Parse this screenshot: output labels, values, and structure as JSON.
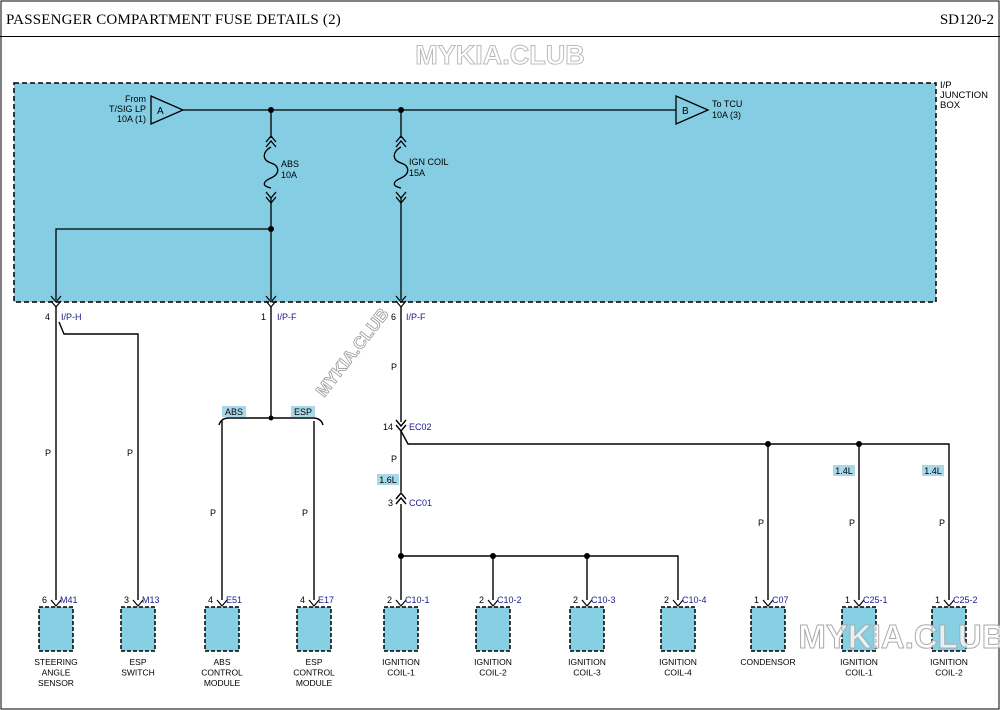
{
  "header": {
    "title": "PASSENGER COMPARTMENT FUSE DETAILS (2)",
    "code": "SD120-2"
  },
  "watermarks": [
    "MYKIA.CLUB",
    "MYKIA.CLUB",
    "MYKIA.CLUB"
  ],
  "colors": {
    "junction_fill": "#84cde2",
    "connector_fill": "#87cfe3",
    "tag_fill": "#a9d8ea",
    "pin_label": "#1a1a8c"
  },
  "junction_box": {
    "label_1": "I/P",
    "label_2": "JUNCTION",
    "label_3": "BOX"
  },
  "input": {
    "line_1": "From",
    "line_2": "T/SIG LP",
    "line_3": "10A (1)",
    "connector": "A"
  },
  "output": {
    "connector": "B",
    "line_1": "To TCU",
    "line_2": "10A (3)"
  },
  "fuses": [
    {
      "name": "ABS",
      "rating": "10A"
    },
    {
      "name": "IGN COIL",
      "rating": "15A"
    }
  ],
  "jb_pins": [
    {
      "pin": "4",
      "conn": "I/P-H"
    },
    {
      "pin": "1",
      "conn": "I/P-F"
    },
    {
      "pin": "6",
      "conn": "I/P-F"
    }
  ],
  "option_tags": {
    "abs": "ABS",
    "esp": "ESP",
    "l16": "1.6L",
    "l14a": "1.4L",
    "l14b": "1.4L"
  },
  "wire_color": "P",
  "splices": [
    {
      "pin": "14",
      "conn": "EC02"
    },
    {
      "pin": "3",
      "conn": "CC01"
    }
  ],
  "components": [
    {
      "pin": "6",
      "conn": "M41",
      "lines": [
        "STEERING",
        "ANGLE",
        "SENSOR"
      ]
    },
    {
      "pin": "3",
      "conn": "M13",
      "lines": [
        "ESP",
        "SWITCH"
      ]
    },
    {
      "pin": "4",
      "conn": "E51",
      "lines": [
        "ABS",
        "CONTROL",
        "MODULE"
      ]
    },
    {
      "pin": "4",
      "conn": "E17",
      "lines": [
        "ESP",
        "CONTROL",
        "MODULE"
      ]
    },
    {
      "pin": "2",
      "conn": "C10-1",
      "lines": [
        "IGNITION",
        "COIL-1"
      ]
    },
    {
      "pin": "2",
      "conn": "C10-2",
      "lines": [
        "IGNITION",
        "COIL-2"
      ]
    },
    {
      "pin": "2",
      "conn": "C10-3",
      "lines": [
        "IGNITION",
        "COIL-3"
      ]
    },
    {
      "pin": "2",
      "conn": "C10-4",
      "lines": [
        "IGNITION",
        "COIL-4"
      ]
    },
    {
      "pin": "1",
      "conn": "C07",
      "lines": [
        "CONDENSOR"
      ]
    },
    {
      "pin": "1",
      "conn": "C25-1",
      "lines": [
        "IGNITION",
        "COIL-1"
      ]
    },
    {
      "pin": "1",
      "conn": "C25-2",
      "lines": [
        "IGNITION",
        "COIL-2"
      ]
    }
  ]
}
